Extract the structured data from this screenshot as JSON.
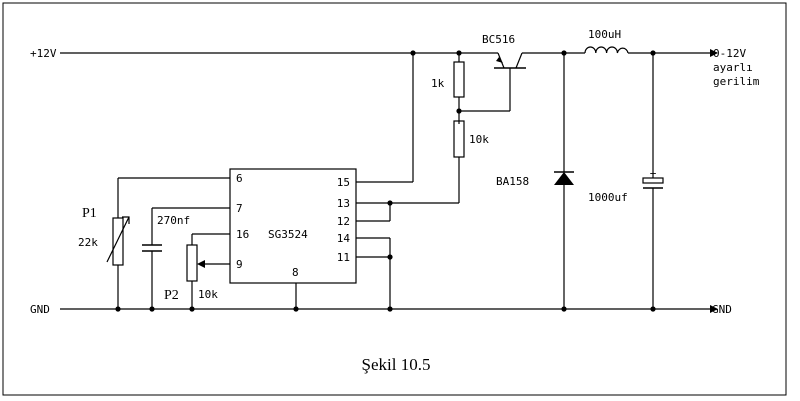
{
  "labels": {
    "vin": "+12V",
    "gnd_left": "GND",
    "gnd_right": "GND",
    "transistor": "BC516",
    "inductor": "100uH",
    "output_line1": "0-12V",
    "output_line2": "ayarlı",
    "output_line3": "gerilim",
    "r1": "1k",
    "r2": "10k",
    "diode": "BA158",
    "cap_out": "1000uf",
    "ic": "SG3524",
    "p1": "P1",
    "p1_value": "22k",
    "cap_timing": "270nf",
    "p2": "P2",
    "p2_value": "10k",
    "caption": "Şekil 10.5"
  },
  "pins": {
    "p6": "6",
    "p7": "7",
    "p16": "16",
    "p9": "9",
    "p8": "8",
    "p15": "15",
    "p13": "13",
    "p12": "12",
    "p14": "14",
    "p11": "11"
  },
  "plus": "+"
}
